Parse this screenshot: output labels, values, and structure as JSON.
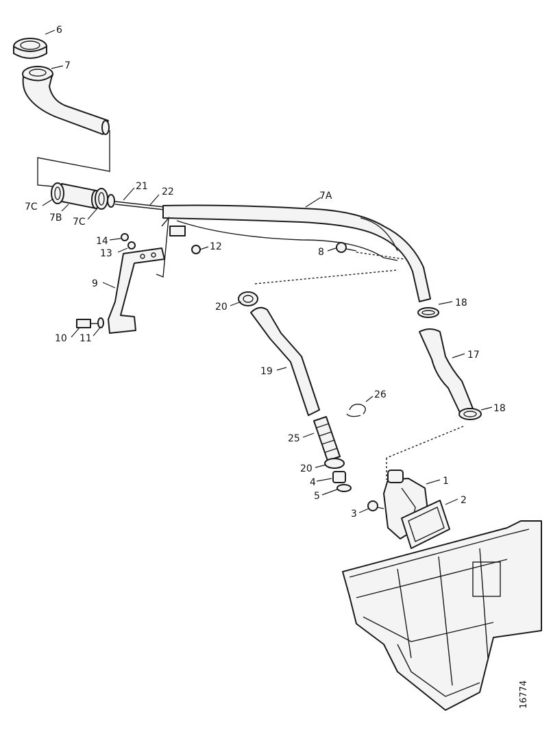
{
  "diagram": {
    "labels": {
      "p6": "6",
      "p7": "7",
      "p7c_a": "7C",
      "p7b": "7B",
      "p7c_b": "7C",
      "p21": "21",
      "p22": "22",
      "p7a": "7A",
      "p14": "14",
      "p13": "13",
      "p12": "12",
      "p9": "9",
      "p10": "10",
      "p11": "11",
      "p8": "8",
      "p20a": "20",
      "p18a": "18",
      "p17": "17",
      "p19": "19",
      "p26": "26",
      "p18b": "18",
      "p25": "25",
      "p20b": "20",
      "p4": "4",
      "p5": "5",
      "p1": "1",
      "p2": "2",
      "p3": "3"
    },
    "document_number": "16774"
  }
}
